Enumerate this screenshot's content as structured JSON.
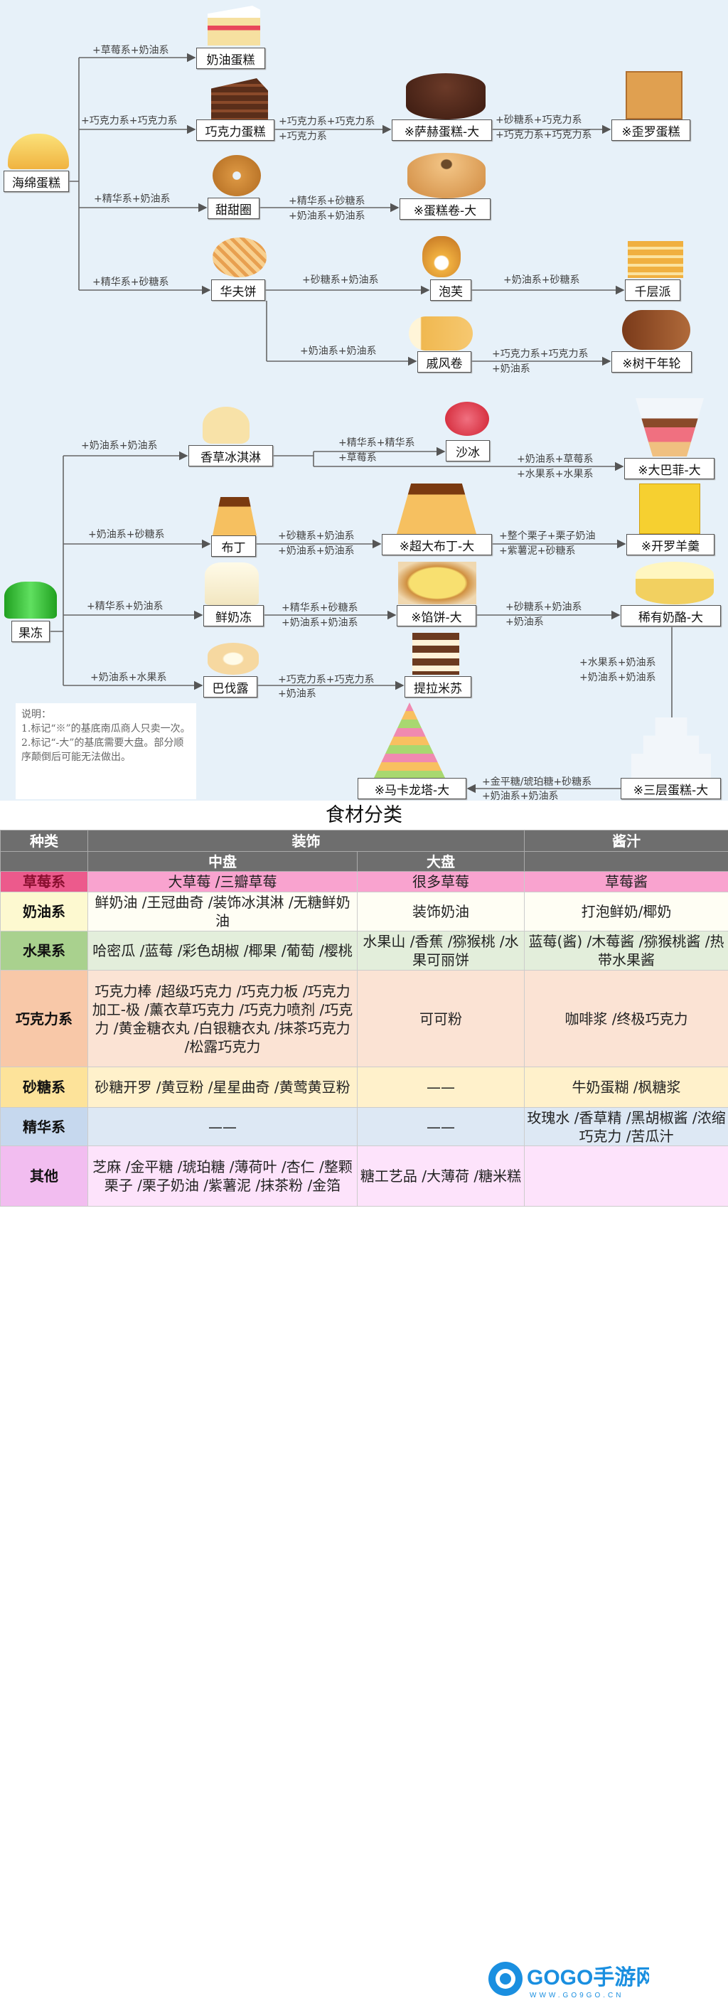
{
  "tree_sponge": {
    "root": "海绵蛋糕",
    "nodes": [
      "奶油蛋糕",
      "巧克力蛋糕",
      "※萨赫蛋糕-大",
      "※歪罗蛋糕",
      "甜甜圈",
      "※蛋糕卷-大",
      "华夫饼",
      "泡芙",
      "千层派",
      "戚风卷",
      "※树干年轮"
    ],
    "edges": [
      "+草莓系+奶油系",
      "+巧克力系+巧克力系",
      "+巧克力系+巧克力系",
      "+巧克力系",
      "+砂糖系+巧克力系",
      "+巧克力系+巧克力系",
      "+精华系+奶油系",
      "+精华系+砂糖系",
      "+奶油系+奶油系",
      "+精华系+砂糖系",
      "+砂糖系+奶油系",
      "+奶油系+砂糖系",
      "+奶油系+奶油系",
      "+巧克力系+巧克力系",
      "+奶油系"
    ]
  },
  "tree_jelly": {
    "root": "果冻",
    "nodes": [
      "香草冰淇淋",
      "沙冰",
      "※大巴菲-大",
      "布丁",
      "※超大布丁-大",
      "※开罗羊羹",
      "鲜奶冻",
      "※馅饼-大",
      "稀有奶酪-大",
      "巴伐露",
      "提拉米苏",
      "※三层蛋糕-大",
      "※马卡龙塔-大"
    ],
    "edges": [
      "+奶油系+奶油系",
      "+精华系+精华系",
      "+草莓系",
      "+奶油系+草莓系",
      "+水果系+水果系",
      "+奶油系+砂糖系",
      "+砂糖系+奶油系",
      "+奶油系+奶油系",
      "+整个栗子+栗子奶油",
      "+紫薯泥+砂糖系",
      "+精华系+奶油系",
      "+精华系+砂糖系",
      "+奶油系+奶油系",
      "+砂糖系+奶油系",
      "+奶油系",
      "+水果系+奶油系",
      "+奶油系+奶油系",
      "+金平糖/琥珀糖+砂糖系",
      "+奶油系+奶油系",
      "+奶油系+水果系",
      "+巧克力系+巧克力系",
      "+奶油系"
    ]
  },
  "note": {
    "title": "说明：",
    "line1": "1.标记“※”的基底南瓜商人只卖一次。",
    "line2": "2.标记“-大”的基底需要大盘。部分顺序颠倒后可能无法做出。"
  },
  "table": {
    "title": "食材分类",
    "headers": {
      "type": "种类",
      "decor": "装饰",
      "sauce": "酱汁",
      "medium": "中盘",
      "large": "大盘"
    },
    "rows": [
      {
        "type": "草莓系",
        "medium": "大草莓 /三瓣草莓",
        "large": "很多草莓",
        "sauce": "草莓酱"
      },
      {
        "type": "奶油系",
        "medium": "鲜奶油 /王冠曲奇 /装饰冰淇淋 /无糖鲜奶油",
        "large": "装饰奶油",
        "sauce": "打泡鲜奶/椰奶"
      },
      {
        "type": "水果系",
        "medium": "哈密瓜 /蓝莓 /彩色胡椒 /椰果 /葡萄 /樱桃",
        "large": "水果山 /香蕉 /猕猴桃 /水果可丽饼",
        "sauce": "蓝莓(酱) /木莓酱 /猕猴桃酱 /热带水果酱"
      },
      {
        "type": "巧克力系",
        "medium": "巧克力棒 /超级巧克力 /巧克力板 /巧克力加工-极 /薰衣草巧克力 /巧克力喷剂 /巧克力 /黄金糖衣丸 /白银糖衣丸 /抹茶巧克力 /松露巧克力",
        "large": "可可粉",
        "sauce": "咖啡浆 /终极巧克力"
      },
      {
        "type": "砂糖系",
        "medium": "砂糖开罗 /黄豆粉 /星星曲奇 /黄莺黄豆粉",
        "large": "——",
        "sauce": "牛奶蛋糊 /枫糖浆"
      },
      {
        "type": "精华系",
        "medium": "——",
        "large": "——",
        "sauce": "玫瑰水 /香草精 /黑胡椒酱 /浓缩巧克力 /苦瓜汁"
      },
      {
        "type": "其他",
        "medium": "芝麻 /金平糖 /琥珀糖 /薄荷叶 /杏仁 /整颗栗子 /栗子奶油 /紫薯泥 /抹茶粉 /金箔",
        "large": "糖工艺品 /大薄荷 /糖米糕",
        "sauce": ""
      }
    ],
    "colors": {
      "header": "#6e6e6e",
      "row_key": [
        "#ec5a8c",
        "#fdf9d0",
        "#a9d18e",
        "#f8c8a8",
        "#fde39a",
        "#c6d8ee",
        "#f2bdf0"
      ],
      "row_cell": [
        "#f9a3cf",
        "#fffef4",
        "#e3eedb",
        "#fbe3d4",
        "#fff1cb",
        "#dde8f4",
        "#fde3fb"
      ]
    }
  },
  "logo": {
    "text": "GOGO手游网",
    "url_text": "WWW.GO9GO.CN"
  }
}
